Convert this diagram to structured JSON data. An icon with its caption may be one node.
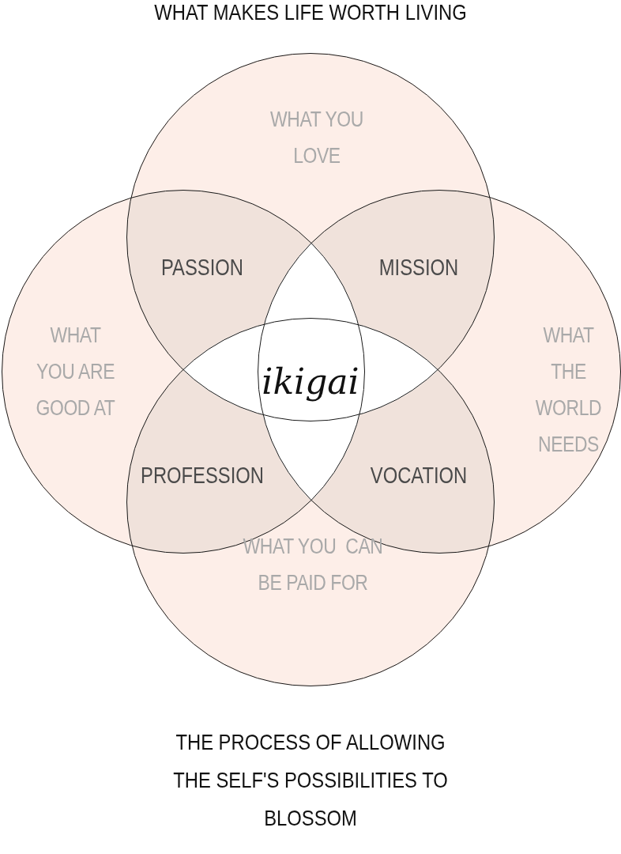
{
  "diagram": {
    "title": "WHAT MAKES LIFE WORTH LIVING",
    "caption": "THE PROCESS OF ALLOWING THE SELF'S POSSIBILITIES TO BLOSSOM",
    "nodes": [
      {
        "text": [
          "WHAT YOU LOVE"
        ]
      },
      {
        "text": [
          "WHAT YOU ARE GOOD AT"
        ]
      },
      {
        "text": [
          "WHAT THE WORLD NEEDS"
        ]
      },
      {
        "text": [
          "WHAT YOU  CAN BE PAID FOR"
        ]
      }
    ],
    "edges": [],
    "labels": [
      "PASSION",
      "MISSION",
      "ikigai",
      "PROFESSION",
      "VOCATION"
    ]
  }
}
